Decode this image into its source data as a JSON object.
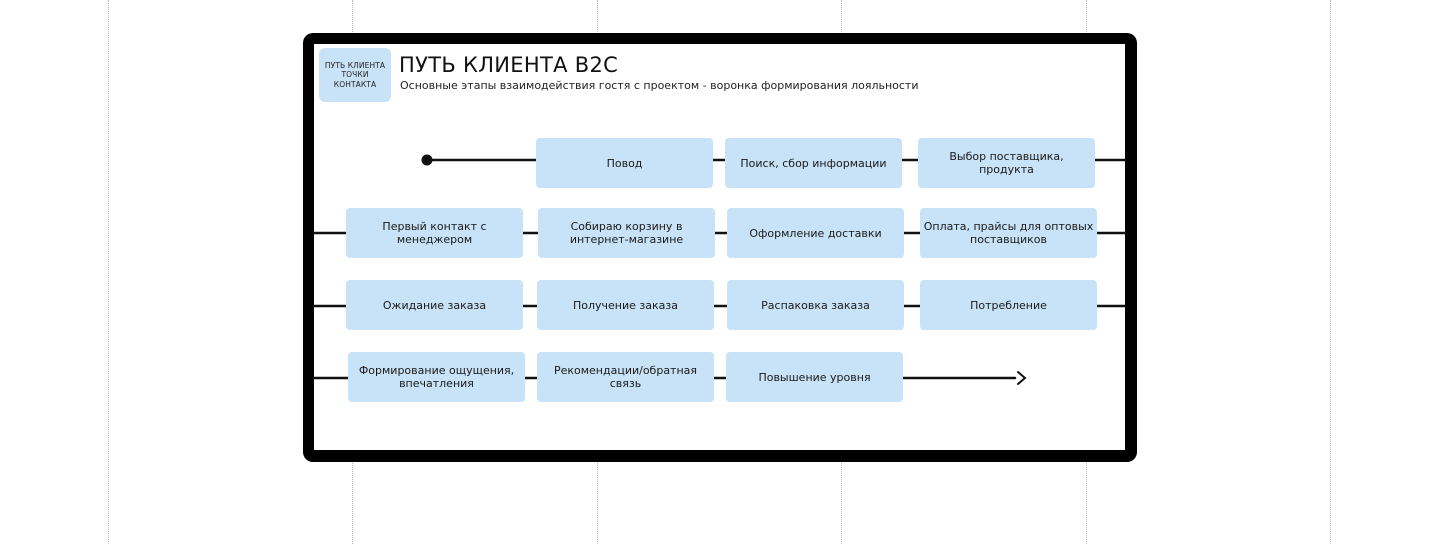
{
  "badge": {
    "line1": "ПУТЬ КЛИЕНТА",
    "line2": "ТОЧКИ",
    "line3": "КОНТАКТА"
  },
  "header": {
    "title": "ПУТЬ КЛИЕНТА B2C",
    "subtitle": "Основные этапы взаимодействия гостя с проектом - воронка формирования лояльности"
  },
  "steps": {
    "row1": [
      "Повод",
      "Поиск, сбор информации",
      "Выбор поставщика, продукта"
    ],
    "row2": [
      "Первый контакт с менеджером",
      "Собираю корзину в интернет-магазине",
      "Оформление доставки",
      "Оплата, прайсы для оптовых поставщиков"
    ],
    "row3": [
      "Ожидание заказа",
      "Получение заказа",
      "Распаковка заказа",
      "Потребление"
    ],
    "row4": [
      "Формирование ощущения, впечатления",
      "Рекомендации/обратная связь",
      "Повышение уровня"
    ]
  },
  "colors": {
    "frame": "#000000",
    "step_fill": "#c8e3f7",
    "connector": "#111111",
    "guide": "#b9b9b9"
  }
}
